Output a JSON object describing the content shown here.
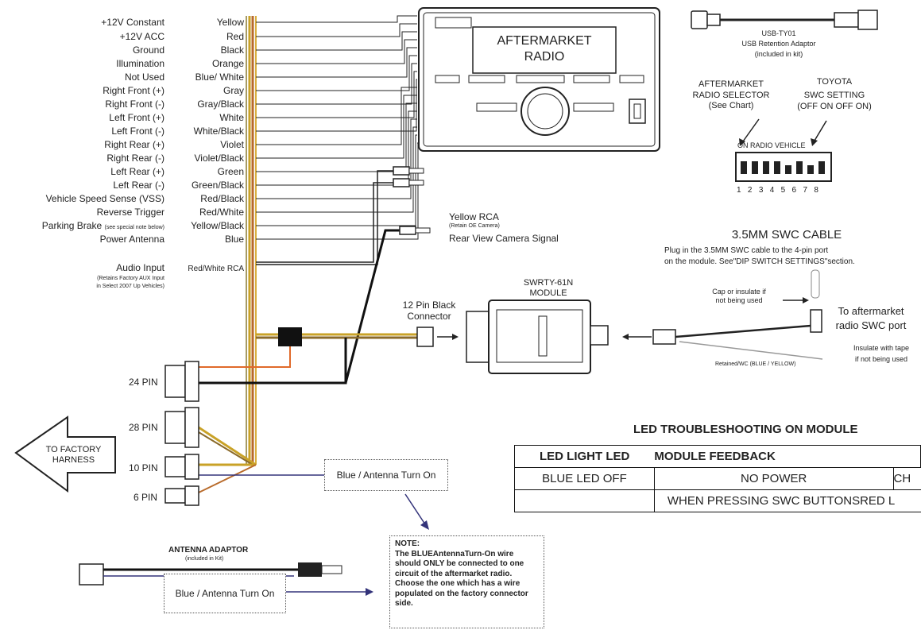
{
  "wires": [
    {
      "label": "+12V Constant",
      "color": "Yellow"
    },
    {
      "label": "+12V ACC",
      "color": "Red"
    },
    {
      "label": "Ground",
      "color": "Black"
    },
    {
      "label": "Illumination",
      "color": "Orange"
    },
    {
      "label": "Not Used",
      "color": "Blue/ White"
    },
    {
      "label": "Right Front (+)",
      "color": "Gray"
    },
    {
      "label": "Right Front (-)",
      "color": "Gray/Black"
    },
    {
      "label": "Left Front (+)",
      "color": "White"
    },
    {
      "label": "Left Front (-)",
      "color": "White/Black"
    },
    {
      "label": "Right Rear (+)",
      "color": "Violet"
    },
    {
      "label": "Right Rear (-)",
      "color": "Violet/Black"
    },
    {
      "label": "Left Rear (+)",
      "color": "Green"
    },
    {
      "label": "Left Rear (-)",
      "color": "Green/Black"
    },
    {
      "label": "Vehicle Speed Sense (VSS)",
      "color": "Red/Black"
    },
    {
      "label": "Reverse Trigger",
      "color": "Red/White"
    },
    {
      "label": "Parking Brake",
      "note": "(see special note below)",
      "color": "Yellow/Black"
    },
    {
      "label": "Power Antenna",
      "color": "Blue"
    }
  ],
  "audio_input": {
    "label": "Audio Input",
    "color": "Red/White RCA",
    "note_line1": "(Retains Factory AUX Input",
    "note_line2": "in Select 2007 Up Vehicles)"
  },
  "radio": {
    "line1": "AFTERMARKET",
    "line2": "RADIO"
  },
  "usb": {
    "model": "USB-TY01",
    "name": "USB Retention Adaptor",
    "note": "(included in kit)"
  },
  "selector": {
    "aftermarket_line1": "AFTERMARKET",
    "aftermarket_line2": "RADIO SELECTOR",
    "aftermarket_line3": "(See Chart)",
    "toyota_line1": "TOYOTA",
    "toyota_line2": "SWC SETTING",
    "toyota_line3": "(OFF  ON  OFF  ON)",
    "dip_header": "ON RADIO VEHICLE",
    "dip_numbers": [
      "1",
      "2",
      "3",
      "4",
      "5",
      "6",
      "7",
      "8"
    ]
  },
  "camera": {
    "title": "Yellow RCA",
    "sub": "(Retain OE Camera)",
    "signal": "Rear View Camera Signal"
  },
  "swc_cable": {
    "title": "3.5MM SWC CABLE",
    "line1": "Plug in the 3.5MM SWC cable to the 4-pin port",
    "line2": "on the module. See\"DIP SWITCH SETTINGS\"section.",
    "cap_line1": "Cap or insulate if",
    "cap_line2": "not being used",
    "to_line1": "To aftermarket",
    "to_line2": "radio SWC port",
    "insulate_line1": "Insulate with tape",
    "insulate_line2": "if not being used",
    "wire_label": "Retained/WC (BLUE / YELLOW)"
  },
  "module": {
    "model": "SWRTY-61N",
    "label": "MODULE"
  },
  "connector": {
    "line1": "12 Pin Black",
    "line2": "Connector"
  },
  "harness_pins": [
    "24 PIN",
    "28 PIN",
    "10 PIN",
    "6 PIN"
  ],
  "factory_harness": {
    "line1": "TO FACTORY",
    "line2": "HARNESS"
  },
  "antenna_turn_on_label": "Blue / Antenna Turn On",
  "antenna_adaptor": {
    "title": "ANTENNA ADAPTOR",
    "sub": "(included in Kit)",
    "wire_label": "Blue / Antenna Turn On"
  },
  "note": {
    "title": "NOTE:",
    "body": "The BLUEAntennaTurn-On wire should ONLY be connected to one circuit of the aftermarket radio. Choose the one which has a wire populated on the factory connector side."
  },
  "led_table": {
    "title": "LED TROUBLESHOOTING ON MODULE",
    "headers": [
      "LED LIGHT LED",
      "MODULE FEEDBACK"
    ],
    "rows": [
      [
        "BLUE LED OFF",
        "NO POWER",
        "CH"
      ],
      [
        "",
        "WHEN PRESSING SWC BUTTONSRED L",
        ""
      ]
    ]
  }
}
